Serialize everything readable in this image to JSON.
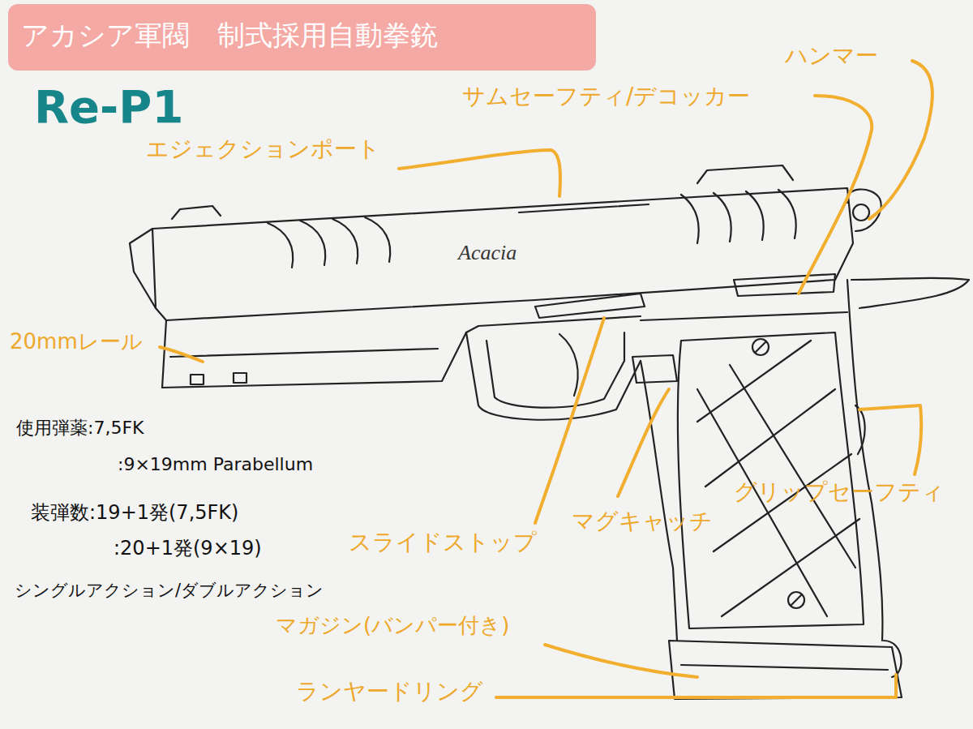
{
  "diagram": {
    "title": "アカシア軍閥　制式採用自動拳銃",
    "labels": [
      "Re-P1",
      "エジェクションポート",
      "サムセーフティ/デコッカー",
      "ハンマー",
      "20mmレール",
      "Acacia",
      "使用弾薬:7,5FK",
      ":9×19mm Parabellum",
      "装弾数:19+1発(7,5FK)",
      ":20+1発(9×19)",
      "シングルアクション/ダブルアクション",
      "スライドストップ",
      "マグキャッチ",
      "グリップセーフティ",
      "マガジン(バンパー付き)",
      "ランヤードリング"
    ]
  }
}
